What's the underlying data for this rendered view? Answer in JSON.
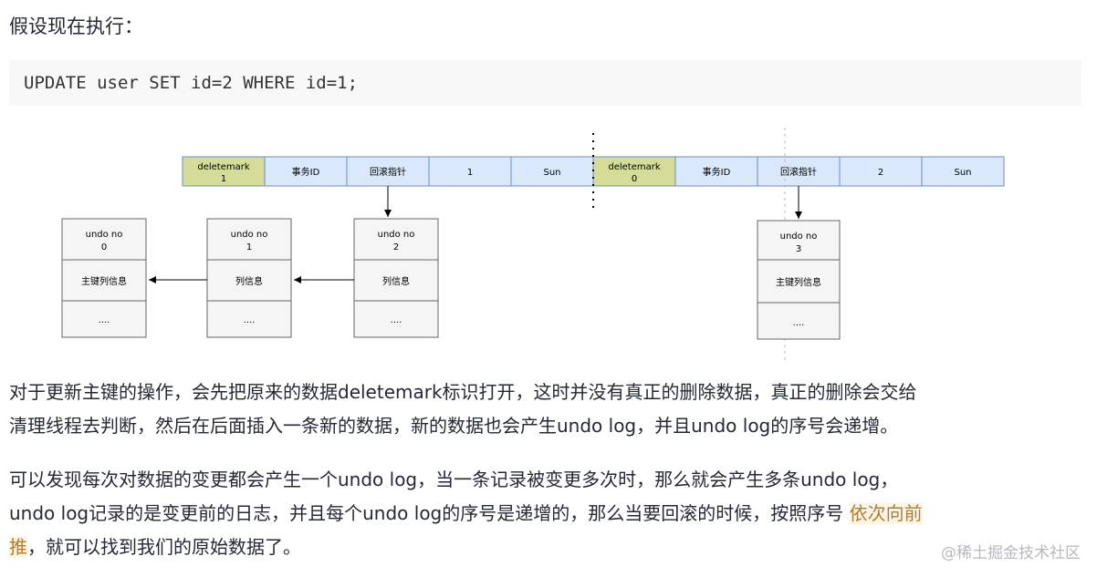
{
  "intro": "假设现在执行：",
  "code": "UPDATE user SET id=2 WHERE id=1;",
  "diagram": {
    "record_old": {
      "deletemark_label": "deletemark",
      "deletemark_value": "1",
      "trx_id": "事务ID",
      "roll_ptr": "回滚指针",
      "id": "1",
      "name": "Sun"
    },
    "record_new": {
      "deletemark_label": "deletemark",
      "deletemark_value": "0",
      "trx_id": "事务ID",
      "roll_ptr": "回滚指针",
      "id": "2",
      "name": "Sun"
    },
    "undo_logs": [
      {
        "label": "undo no",
        "no": "0",
        "info": "主键列信息",
        "more": "...."
      },
      {
        "label": "undo no",
        "no": "1",
        "info": "列信息",
        "more": "...."
      },
      {
        "label": "undo no",
        "no": "2",
        "info": "列信息",
        "more": "...."
      },
      {
        "label": "undo no",
        "no": "3",
        "info": "主键列信息",
        "more": "...."
      }
    ],
    "colors": {
      "deletemark_fill": "#d4dc98",
      "cell_fill": "#dae8fc",
      "cell_stroke": "#6c8ebf",
      "undo_fill": "#f5f5f5",
      "undo_stroke": "#666666"
    }
  },
  "paragraph1": {
    "line1": "对于更新主键的操作，会先把原来的数据deletemark标识打开，这时并没有真正的删除数据，真正的删除会交给",
    "line2": "清理线程去判断，然后在后面插入一条新的数据，新的数据也会产生undo log，并且undo log的序号会递增。"
  },
  "paragraph2": {
    "line1": "可以发现每次对数据的变更都会产生一个undo log，当一条记录被变更多次时，那么就会产生多条undo log，",
    "line2_before": "undo log记录的是变更前的日志，并且每个undo log的序号是递增的，那么当要回滚的时候，按照序号 ",
    "line2_highlight": "依次向前",
    "line3_highlight": "推",
    "line3_after": "，就可以找到我们的原始数据了。"
  },
  "watermark": "@稀土掘金技术社区"
}
